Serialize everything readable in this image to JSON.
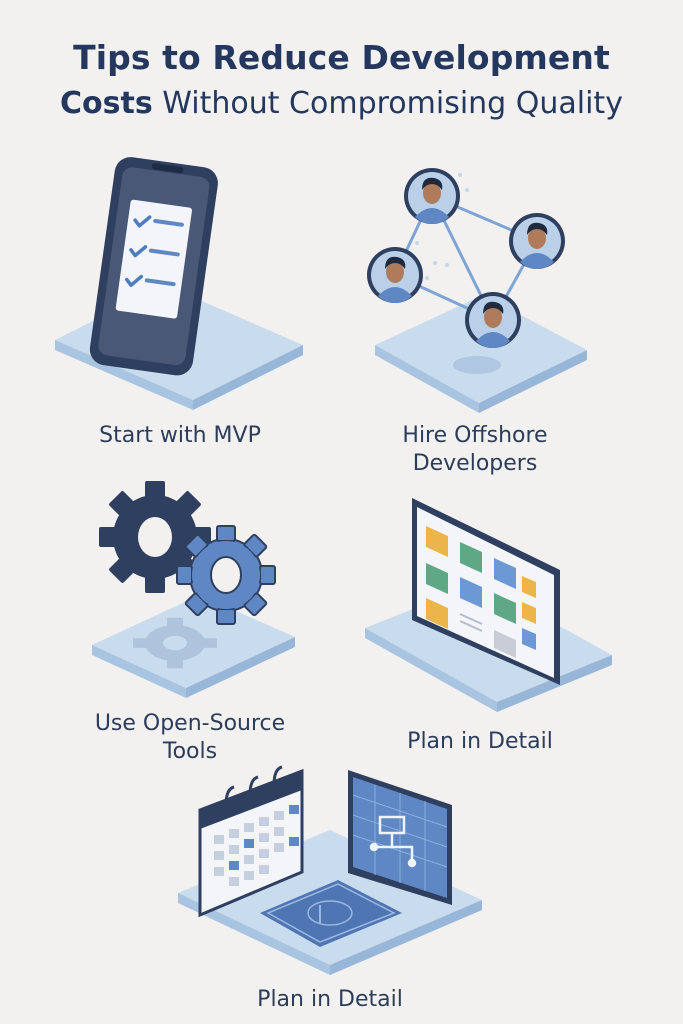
{
  "title": {
    "line1": "Tips to Reduce Development",
    "line2_bold": "Costs",
    "line2_rest": " Without Compromising Quality"
  },
  "tiles": [
    {
      "label": "Start with MVP",
      "icon": "phone-checklist-icon"
    },
    {
      "label_line1": "Hire Offshore",
      "label_line2": "Developers",
      "icon": "team-network-icon"
    },
    {
      "label_line1": "Use Open-Source",
      "label_line2": "Tools",
      "icon": "gears-icon"
    },
    {
      "label": "Plan in Detail",
      "icon": "kanban-board-icon"
    },
    {
      "label": "Plan in Detail",
      "icon": "calendar-blueprint-icon"
    }
  ],
  "colors": {
    "background": "#f3f1ef",
    "navy": "#2e3f5f",
    "blue": "#5e87c4",
    "light_blue": "#b9d0e8",
    "platform_edge": "#a9c4e1"
  }
}
